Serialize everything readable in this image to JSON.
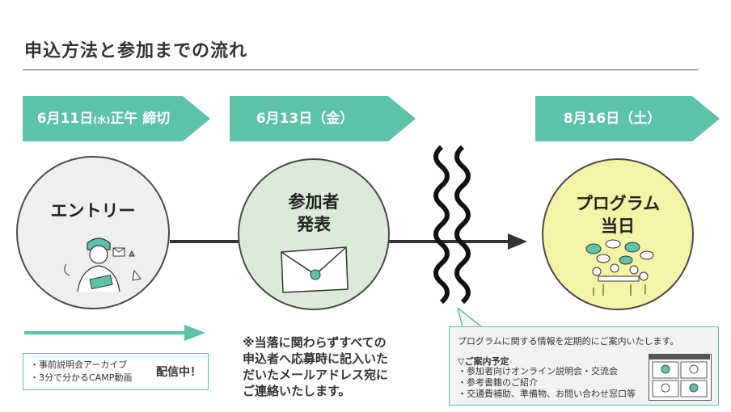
{
  "title": "申込方法と参加までの流れ",
  "milestones": [
    {
      "date_main": "6月11日",
      "date_small": "(水)",
      "date_tail": "正午 締切"
    },
    {
      "date": "6月13日（金）"
    },
    {
      "date": "8月16日（土）"
    }
  ],
  "circles": {
    "entry": "エントリー",
    "announce_line1": "参加者",
    "announce_line2": "発表",
    "program_line1": "プログラム",
    "program_line2": "当日"
  },
  "archive_box": {
    "items": [
      "・事前説明会アーカイブ",
      "・3分で分かるCAMP動画"
    ],
    "delivery": "配信中！"
  },
  "note_lines": [
    "※当落に関わらずすべての",
    "申込者へ応募時に記入いた",
    "だいたメールアドレス宛に",
    "ご連絡いたします。"
  ],
  "info_bubble": {
    "intro": "プログラムに関する情報を定期的にご案内いたします。",
    "subhead": "▽ご案内予定",
    "items": [
      "・参加者向けオンライン説明会・交流会",
      "・参考書籍のご紹介",
      "・交通費補助、準備物、お問い合わせ窓口等"
    ]
  },
  "colors": {
    "accent": "#5cc2aa",
    "entry_circle": "#efefef",
    "announce_circle": "#dcebd9",
    "program_circle": "#f4f3a6"
  }
}
